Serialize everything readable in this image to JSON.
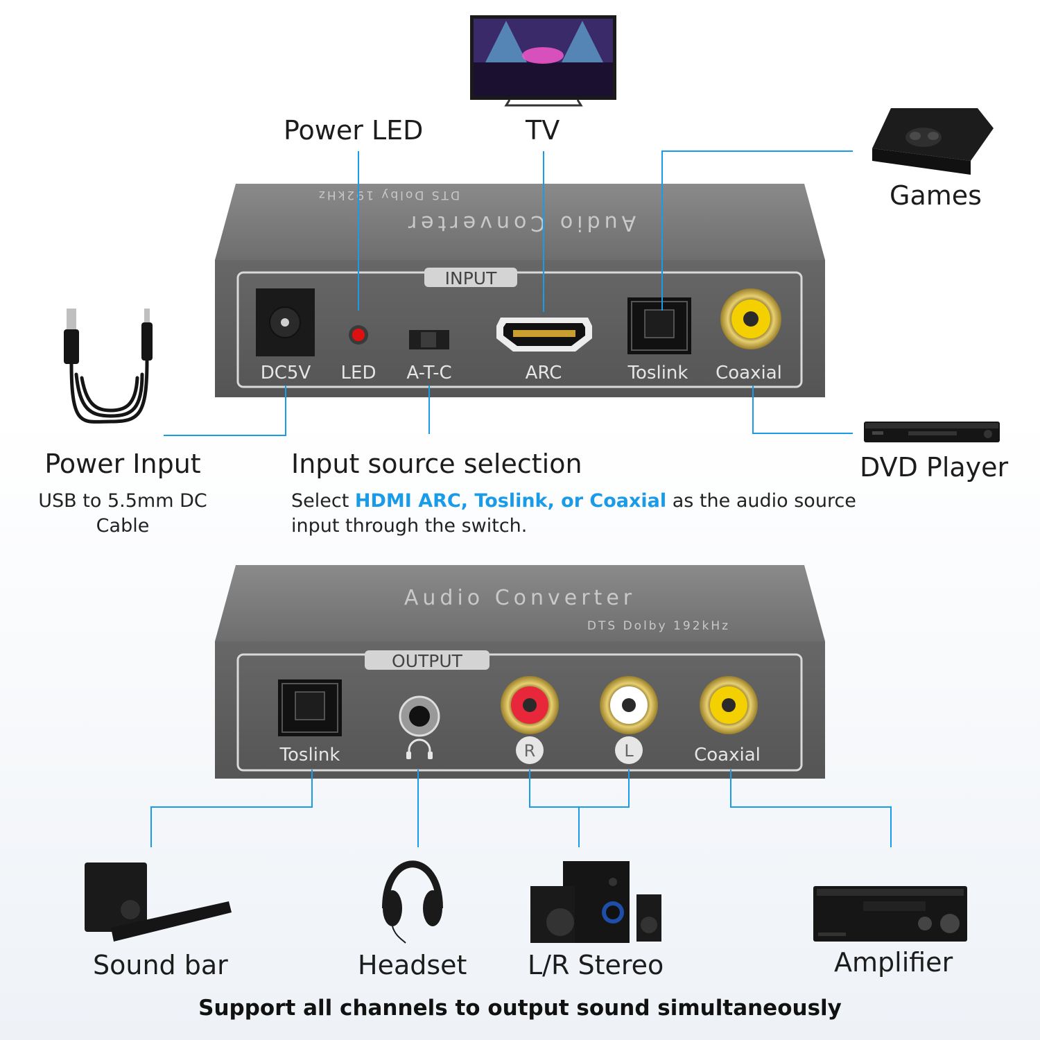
{
  "input_unit": {
    "top_text": "Audio Converter",
    "top_subtext": "DTS Dolby 192kHz",
    "panel_title": "INPUT",
    "ports": [
      "DC5V",
      "LED",
      "A-T-C",
      "ARC",
      "Toslink",
      "Coaxial"
    ]
  },
  "output_unit": {
    "top_text": "Audio Converter",
    "top_subtext": "DTS Dolby 192kHz",
    "panel_title": "OUTPUT",
    "ports": [
      "Toslink",
      "R",
      "L",
      "Coaxial"
    ]
  },
  "callouts": {
    "power_led": "Power LED",
    "tv": "TV",
    "games": "Games",
    "dvd_player": "DVD Player",
    "power_input": {
      "title": "Power Input",
      "line1": "USB to 5.5mm DC",
      "line2": "Cable"
    },
    "input_selection": {
      "title": "Input source selection",
      "text_before": "Select ",
      "highlight": "HDMI ARC, Toslink, or Coaxial",
      "text_after": " as the audio source",
      "line2": "input through the switch."
    }
  },
  "outputs": {
    "sound_bar": "Sound bar",
    "headset": "Headset",
    "lr_stereo": "L/R Stereo",
    "amplifier": "Amplifier"
  },
  "footer": "Support all channels to output sound simultaneously",
  "colors": {
    "line": "#1a9be8",
    "device_body": "#5c5c5c",
    "device_panel": "#4a4a4a",
    "coax_yellow": "#f5d000",
    "rca_red": "#e8283a",
    "rca_white": "#ffffff",
    "led_red": "#e01010"
  },
  "icons": [
    "usb-dc-cable-icon",
    "tv-icon",
    "game-console-icon",
    "dvd-player-icon",
    "sound-bar-icon",
    "headset-icon",
    "stereo-speakers-icon",
    "amplifier-icon",
    "headphone-port-icon"
  ]
}
